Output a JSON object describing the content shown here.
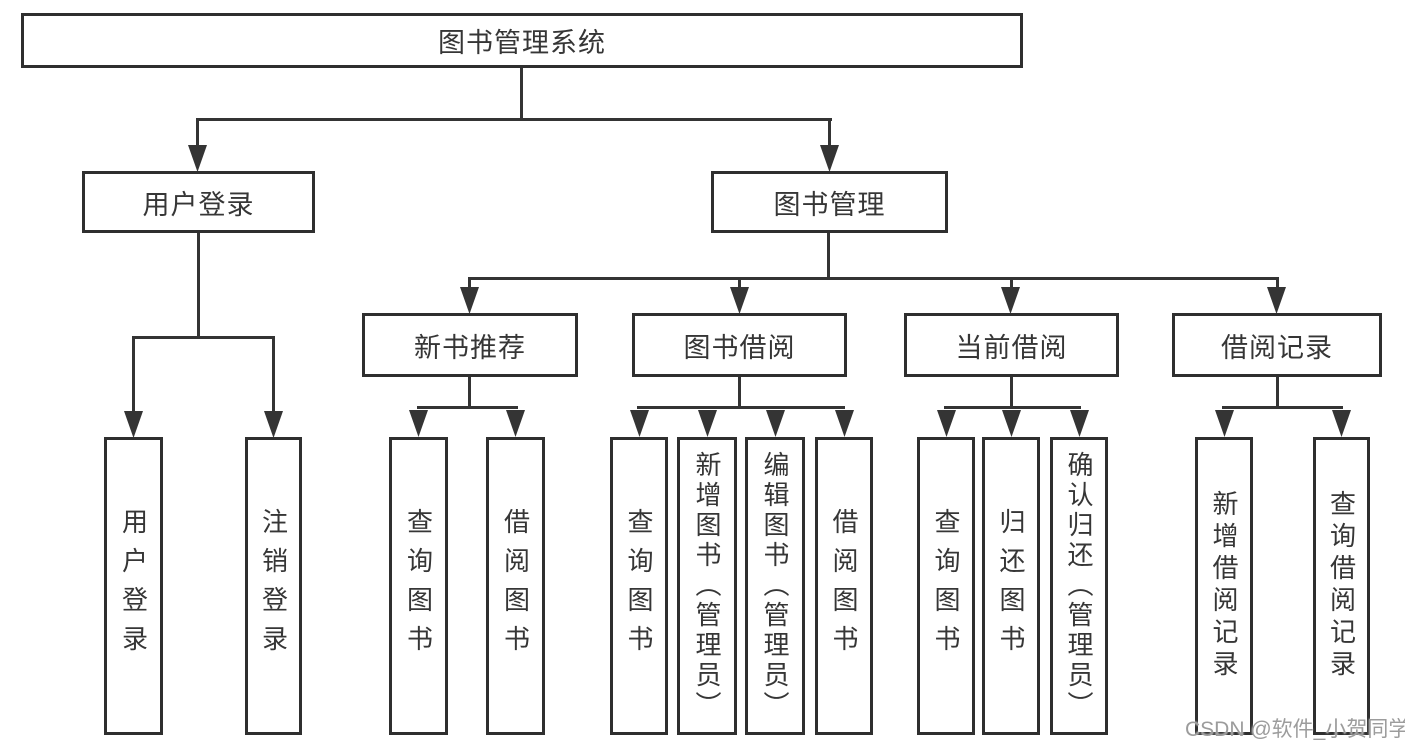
{
  "diagram": {
    "root_label": "图书管理系统",
    "user_login": {
      "label": "用户登录",
      "children": [
        "用户登录",
        "注销登录"
      ]
    },
    "book_mgmt": {
      "label": "图书管理",
      "groups": [
        {
          "label": "新书推荐",
          "children": [
            "查询图书",
            "借阅图书"
          ]
        },
        {
          "label": "图书借阅",
          "children": [
            "查询图书",
            "新增图书（管理员）",
            "编辑图书（管理员）",
            "借阅图书"
          ]
        },
        {
          "label": "当前借阅",
          "children": [
            "查询图书",
            "归还图书",
            "确认归还（管理员）"
          ]
        },
        {
          "label": "借阅记录",
          "children": [
            "新增借阅记录",
            "查询借阅记录"
          ]
        }
      ]
    }
  },
  "watermark": "CSDN @软件_小贺同学"
}
